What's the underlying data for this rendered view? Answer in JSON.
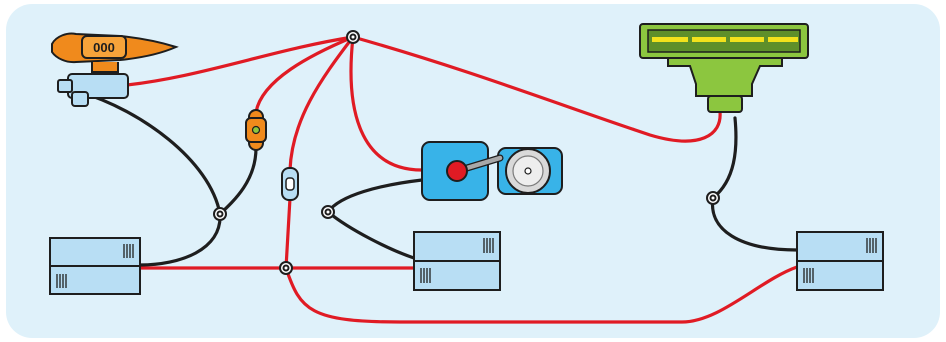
{
  "diagram": {
    "components": [
      {
        "id": "fan",
        "icon": "fan-icon",
        "color": "#f08a1c"
      },
      {
        "id": "switch-left",
        "icon": "switch-icon",
        "color": "#b8def4"
      },
      {
        "id": "led",
        "icon": "led-icon",
        "color": "#f08a1c"
      },
      {
        "id": "push-button",
        "icon": "push-button-icon",
        "color": "#b8def4"
      },
      {
        "id": "motor",
        "icon": "motor-icon",
        "color": "#38b3e8"
      },
      {
        "id": "speaker",
        "icon": "speaker-icon",
        "color": "#8cc63f"
      },
      {
        "id": "battery-left",
        "icon": "battery-icon",
        "color": "#b8def4"
      },
      {
        "id": "battery-middle",
        "icon": "battery-icon",
        "color": "#b8def4"
      },
      {
        "id": "battery-right",
        "icon": "battery-icon",
        "color": "#b8def4"
      }
    ],
    "wire_colors": {
      "positive": "#e01b24",
      "negative": "#1e1e1e"
    },
    "fan_label": "000"
  }
}
